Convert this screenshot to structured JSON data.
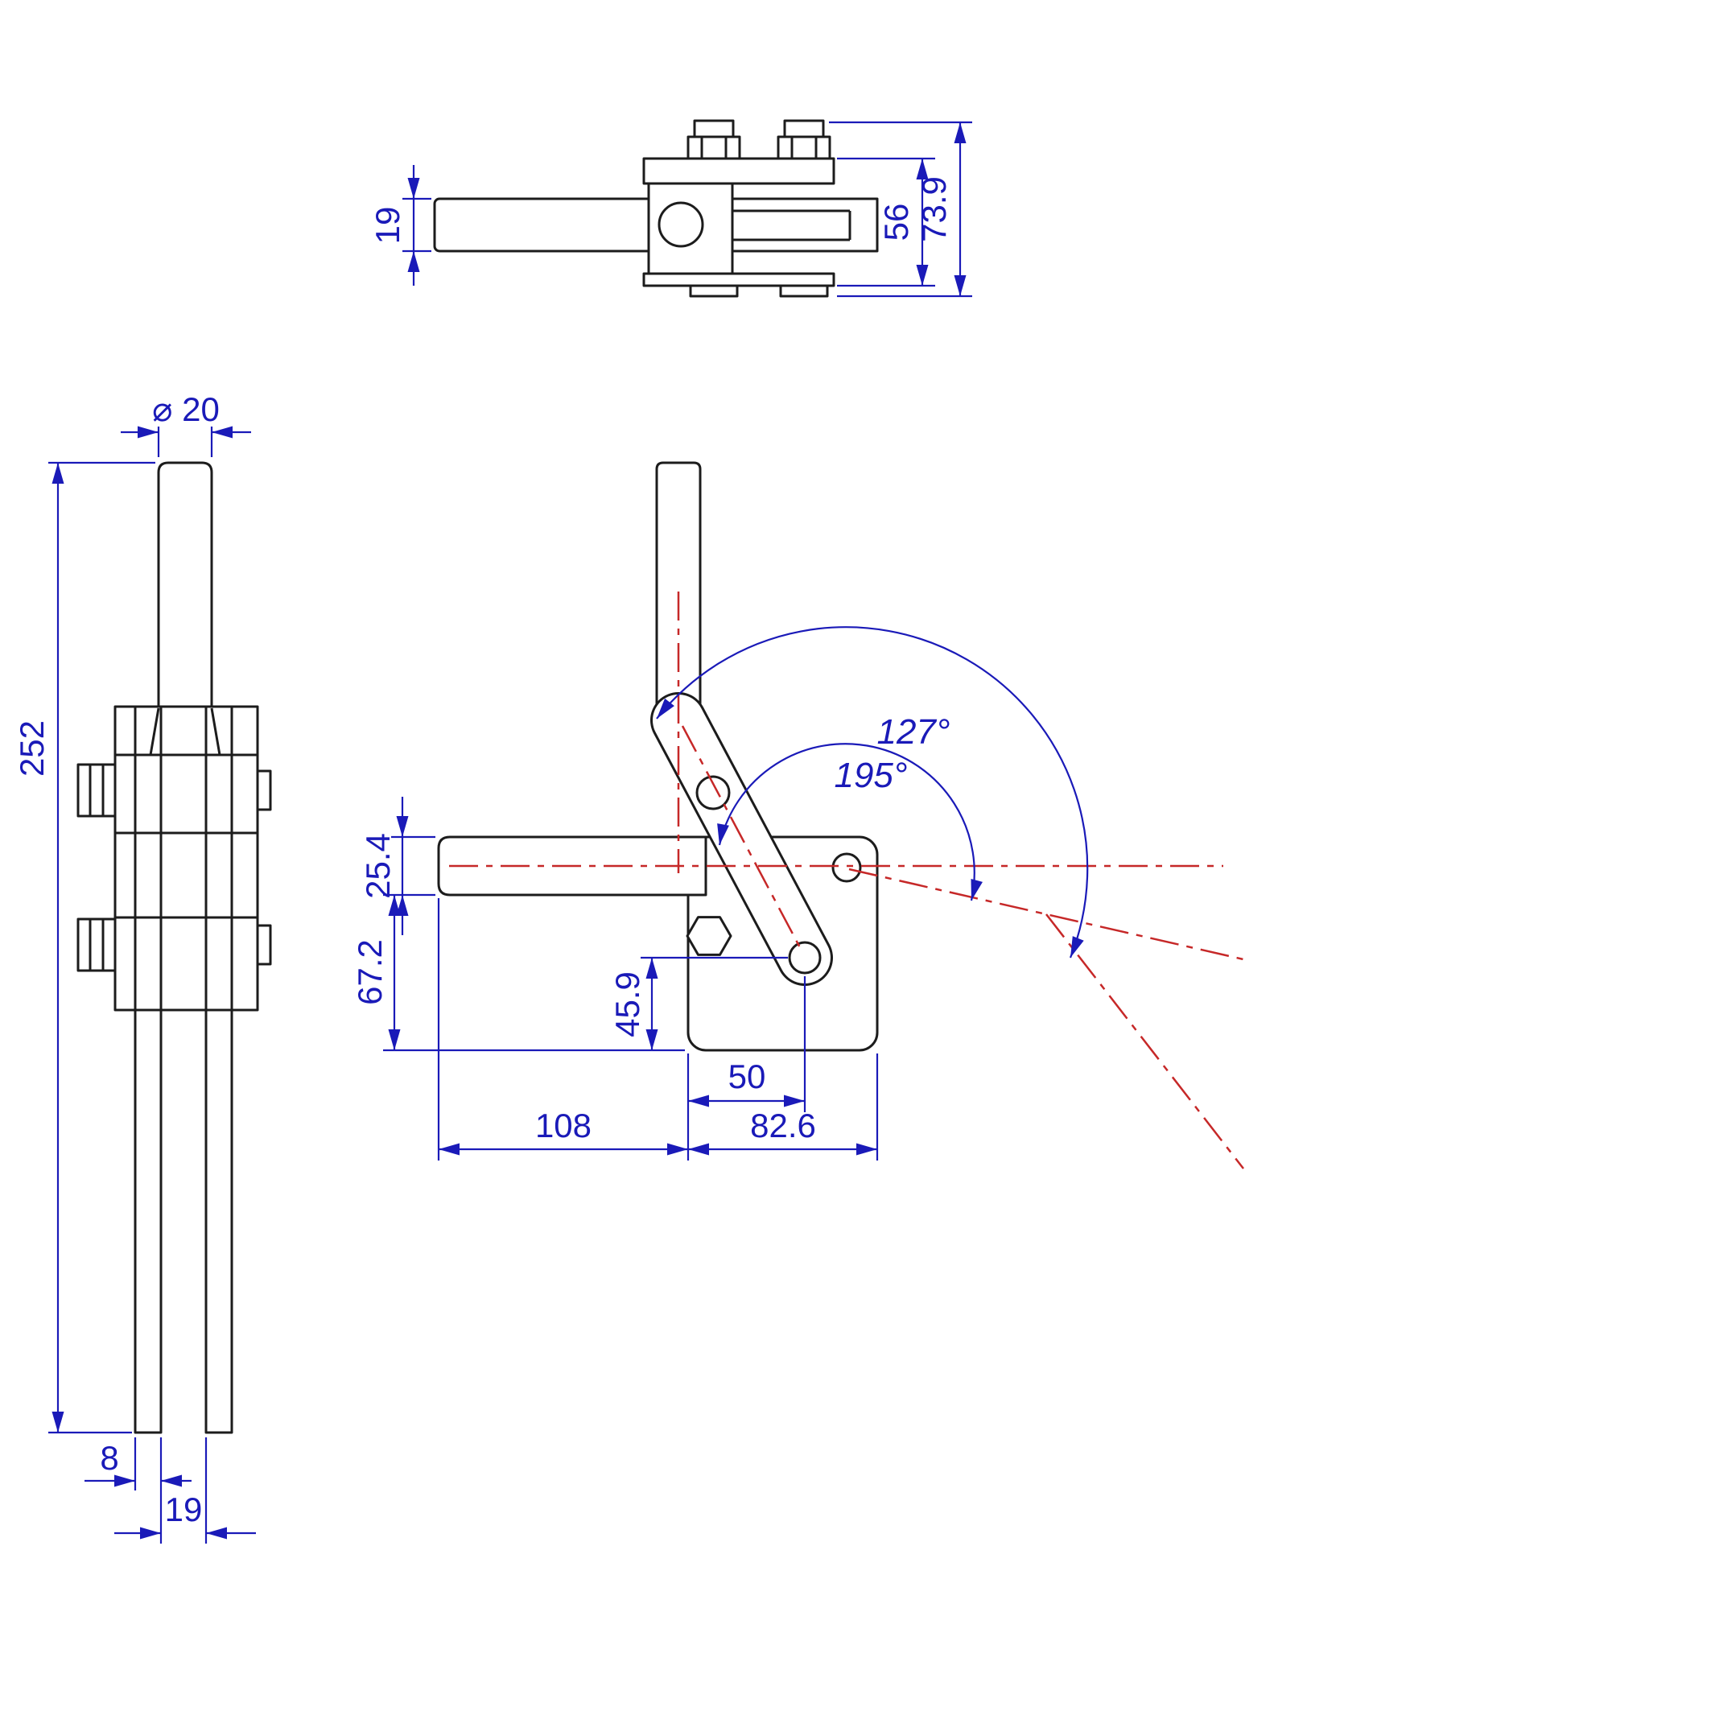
{
  "drawing": {
    "type": "technical-drawing",
    "subject": "vertical toggle clamp – three-view dimensioned drawing"
  },
  "colors": {
    "line": "#1c1c1c",
    "dimension": "#1a1ab8",
    "centerline": "#c62828",
    "background": "#ffffff"
  },
  "dims": {
    "top_view": {
      "bar_thickness": "19",
      "body_height": "56",
      "overall_height": "73.9"
    },
    "front_view": {
      "rod_diameter": "⌀ 20",
      "overall_length": "252",
      "flange_thickness": "8",
      "slot_width": "19"
    },
    "side_view": {
      "angle_open": "127°",
      "angle_travel": "195°",
      "bar_height": "25.4",
      "base_height": "67.2",
      "pivot_height": "45.9",
      "pivot_offset": "50",
      "bar_length": "108",
      "base_width": "82.6"
    }
  }
}
